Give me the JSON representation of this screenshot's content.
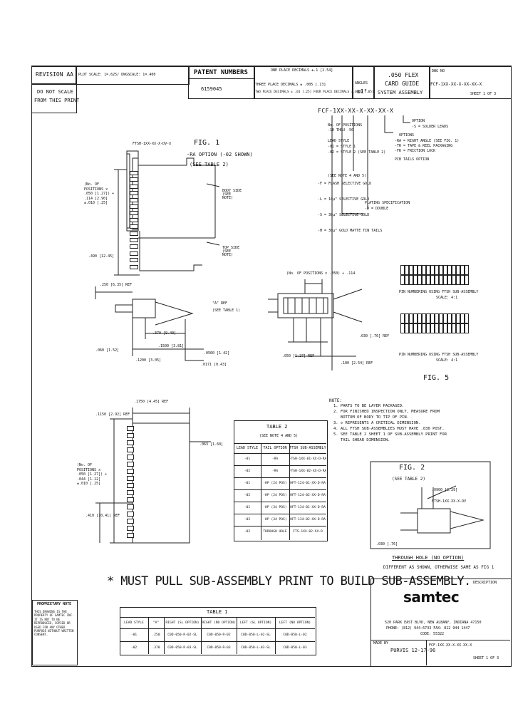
{
  "title_block": {
    "revision": "REVISION AA",
    "no_scale_1": "DO NOT SCALE",
    "no_scale_2": "FROM THIS PRINT",
    "plot_scale": "PLOT SCALE: 1=.625/ DWGSCALE: 1=.400",
    "patent_label": "PATENT NUMBERS",
    "patent_number": "6159045",
    "tol_3place": "THREE PLACE DECIMALS ± .005 [.13]",
    "tol_2place": "TWO PLACE DECIMALS ± .01 [.25] FOUR PLACE DECIMALS ±.0020 [.05]",
    "tol_1place": "ONE PLACE DECIMALS ±.1 [2.54]",
    "angles_label": "ANGLES",
    "angles_value": "±1°",
    "product_title_1": ".050 FLEX",
    "product_title_2": "CARD GUIDE",
    "product_title_3": "SYSTEM ASSEMBLY",
    "dwg_label": "DWG NO",
    "dwg_number": "FCF-1XX-XX-X-XX-XX-X",
    "sheet": "SHEET 1 OF 3"
  },
  "part_number": {
    "code": "FCF-1XX-XX-X-XX-XX-X",
    "options": [
      "OPTION",
      "-S = SOLDER LEADS",
      "OPTIONS",
      "-RA = RIGHT ANGLE (SEE FIG. 1)",
      "-TR = TAPE & REEL PACKAGING",
      "-FR = FRICTION LOCK",
      "PCB TAILS OPTION",
      "PLATING SPECIFICATION",
      "-D = DOUBLE",
      "LEAD STYLE",
      "-01 = STYLE 1",
      "-02 = STYLE 2 (SEE TABLE 2)",
      "No. OF POSITIONS",
      "-10 THRU -50",
      "(SEE NOTE 4 AND 5)",
      "-F = FLASH SELECTIVE GOLD",
      "-L = 10µ\" SELECTIVE GOLD",
      "-S = 30µ\" SELECTIVE GOLD",
      "-H = 30µ\" GOLD MATTE TIN TAILS"
    ]
  },
  "fig1": {
    "title": "FIG. 1",
    "subtitle": "-RA OPTION (-02 SHOWN)",
    "note": "(SEE TABLE 2)",
    "subassy": "FTSH-1XX-XX-X-DV-X",
    "dims": {
      "positions": "(No. OF POSITIONS x .050 [1.27]) + .114 [2.90] ±.010 [.25]",
      "height": ".490 [12.45]",
      "d_250": ".250 [6.35] REF",
      "d_370": ".370 [9.40]",
      "d_1500": ".1500 [3.81]",
      "d_1200": ".1200 [3.05]",
      "d_0560": ".0560 [1.42]",
      "d_0171": ".0171 [0.43]",
      "d_060": ".060 [1.52]",
      "a_ref": "\"A\" REF",
      "see_table1": "(SEE TABLE 1)",
      "b_ref": "(No. OF POSITIONS x .050) + .114",
      "d_100": ".100 [2.54] REF",
      "d_050": ".050 [1.27] REF",
      "d_tail": ".030 [.76] REF"
    },
    "labels": [
      "BODY SIDE (SEE NOTE)",
      "TOP SIDE (SEE NOTE)"
    ]
  },
  "fig_lower": {
    "d_1750": ".1750 [4.45] REF",
    "d_1150": ".1150 [2.92] REF",
    "d_063": ".063 [1.60]",
    "positions": "(No. OF POSITIONS x .050 [1.27]) + .044 [1.12] ±.010 [.25]",
    "d_410": ".410 [10.41] REF"
  },
  "fig5": {
    "title": "FIG. 5",
    "cap1": "PIN NUMBERING USING FTSH SUB-ASSEMBLY",
    "cap1b": "SCALE: 4:1",
    "cap2": "PIN NUMBERING USING FTSH SUB-ASSEMBLY",
    "cap2b": "SCALE: 4:1"
  },
  "notes": {
    "heading": "NOTE:",
    "items": [
      "1. PARTS TO BE LAYER PACKAGED.",
      "2. FOR FINISHED INSPECTION ONLY, MEASURE FROM",
      "   BOTTOM OF BODY TO TIP OF PIN.",
      "3. ◇ REPRESENTS A CRITICAL DIMENSION.",
      "4. ALL FTSH SUB-ASSEMBLIES MUST HAVE .030 POST.",
      "5. SEE TABLE 2 SHEET 1 OF SUB-ASSEMBLY PRINT FOR",
      "   TAIL SHEAR DIMENSION."
    ]
  },
  "table2": {
    "title": "TABLE 2",
    "note": "(SEE NOTE 4 AND 5)",
    "headers": [
      "LEAD STYLE",
      "TAIL OPTION",
      "FTSH SUB-ASSEMBLY"
    ],
    "rows": [
      [
        "-01",
        "-RA",
        "FTSH-1XX-01-XX-D-RA"
      ],
      [
        "-02",
        "-RA",
        "FTSH-1XX-02-XX-D-RA"
      ],
      [
        "-01",
        "-HP (24 POS)",
        "HFT-124-01-XX-D-RA"
      ],
      [
        "-02",
        "-HP (24 POS)",
        "HFT-124-02-XX-D-RA"
      ],
      [
        "-01",
        "-HP (34 POS)",
        "HFT-134-01-XX-D-RA"
      ],
      [
        "-02",
        "-HP (34 POS)",
        "HFT-134-02-XX-D-RA"
      ],
      [
        "-02",
        "THROUGH HOLE",
        "FTS-1XX-02-XX-D"
      ]
    ]
  },
  "fig2": {
    "title": "FIG. 2",
    "note": "(SEE TABLE 2)",
    "dim": ".0900 [2.29]",
    "subassy": "FTSH-1XX-XX-X-DV",
    "dim2": ".030 [.76]",
    "cap1": "THROUGH HOLE (NO OPTION)",
    "cap2": "DIFFERENT AS SHOWN, OTHERWISE SAME AS FIG 1"
  },
  "banner": "* MUST PULL SUB-ASSEMBLY PRINT TO BUILD SUB-ASSEMBLY.",
  "proprietary": {
    "title": "PROPRIETARY NOTE",
    "text": "THIS DRAWING IS THE PROPERTY OF SAMTEC INC. IT IS NOT TO BE REPRODUCED, COPIED OR USED FOR ANY OTHER PURPOSE WITHOUT WRITTEN CONSENT."
  },
  "table1": {
    "title": "TABLE 1",
    "headers": [
      "LEAD STYLE",
      "\"A\"",
      "RIGHT (SL OPTION)",
      "RIGHT (NO OPTION)",
      "LEFT (SL OPTION)",
      "LEFT (NO OPTION)"
    ],
    "rows": [
      [
        "-01",
        ".250",
        "C0D-050-R-02-SL",
        "C0D-050-R-02",
        "C0D-050-L-02-SL",
        "C0D-050-L-02"
      ],
      [
        "-02",
        ".370",
        "C0D-050-R-03-SL",
        "C0D-050-R-03",
        "C0D-050-L-03-SL",
        "C0D-050-L-03"
      ]
    ]
  },
  "company": {
    "logo": "samtec",
    "top_label": "DESCRIPTION",
    "address1": "520 PARK EAST BLVD, NEW ALBANY, INDIANA 47150",
    "address2": "PHONE: (812) 944-6733   FAX: 812 944 1447",
    "address3": "CODE: 55322",
    "made_by_label": "MADE BY",
    "made_by": "PURVIS 12-17-96",
    "dwg_number": "FCF-1XX-XX-X-XX-XX-X",
    "sheet": "SHEET 1 OF 3"
  }
}
